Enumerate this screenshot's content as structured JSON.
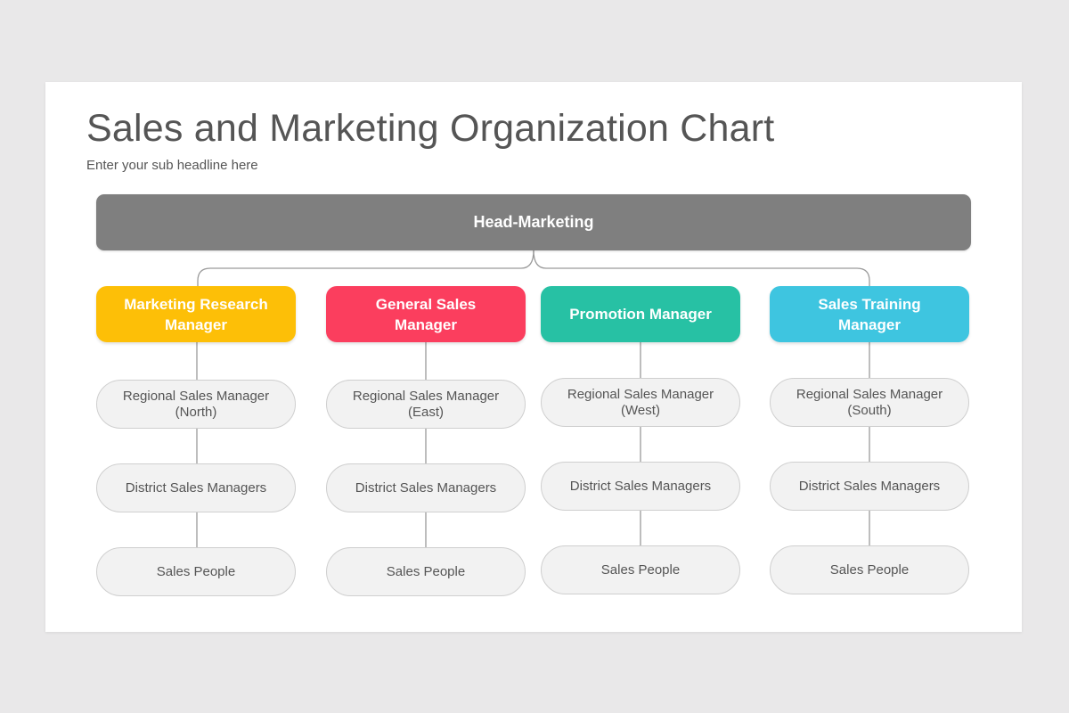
{
  "header": {
    "title": "Sales and Marketing Organization Chart",
    "subtitle": "Enter your sub headline here"
  },
  "head": {
    "label": "Head-Marketing",
    "color": "#7f7f7f"
  },
  "columns": [
    {
      "manager": "Marketing Research\nManager",
      "color": "#fdbf07",
      "roles": [
        "Regional Sales Manager\n(North)",
        "District Sales Managers",
        "Sales People"
      ]
    },
    {
      "manager": "General Sales\nManager",
      "color": "#fb3e5e",
      "roles": [
        "Regional Sales Manager\n(East)",
        "District Sales Managers",
        "Sales People"
      ]
    },
    {
      "manager": "Promotion Manager",
      "color": "#27c1a4",
      "roles": [
        "Regional Sales Manager\n(West)",
        "District Sales Managers",
        "Sales People"
      ]
    },
    {
      "manager": "Sales Training\nManager",
      "color": "#3ec5e0",
      "roles": [
        "Regional Sales Manager\n(South)",
        "District Sales Managers",
        "Sales People"
      ]
    }
  ]
}
